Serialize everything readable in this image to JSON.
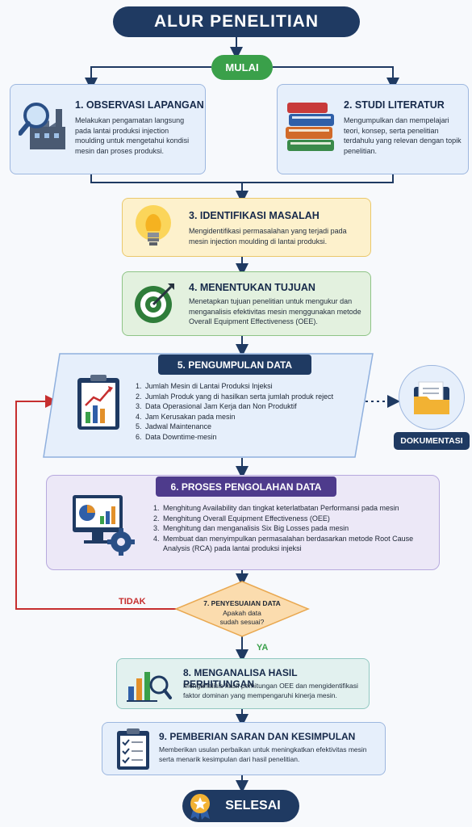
{
  "title": "ALUR PENELITIAN",
  "start": "MULAI",
  "end": "SELESAI",
  "steps": {
    "observasi": {
      "heading": "1. OBSERVASI LAPANGAN",
      "text": "Melakukan pengamatan langsung pada lantai produksi injection moulding untuk mengetahui kondisi mesin dan proses produksi."
    },
    "literatur": {
      "heading": "2. STUDI LITERATUR",
      "text": "Mengumpulkan dan mempelajari teori, konsep, serta penelitian terdahulu yang relevan dengan topik penelitian."
    },
    "identifikasi": {
      "heading": "3. IDENTIFIKASI MASALAH",
      "text": "Mengidentifikasi permasalahan yang terjadi pada mesin injection moulding di lantai produksi."
    },
    "tujuan": {
      "heading": "4. MENENTUKAN TUJUAN",
      "text": "Menetapkan tujuan penelitian untuk mengukur dan menganalisis efektivitas mesin menggunakan metode Overall Equipment Effectiveness (OEE)."
    },
    "pengumpulan": {
      "heading": "5. PENGUMPULAN DATA",
      "items": [
        "Jumlah Mesin di Lantai Produksi Injeksi",
        "Jumlah Produk yang di hasilkan serta jumlah produk reject",
        "Data Operasional Jam Kerja dan Non Produktif",
        "Jam Kerusakan pada mesin",
        "Jadwal Maintenance",
        "Data Downtime-mesin"
      ]
    },
    "pengolahan": {
      "heading": "6. PROSES PENGOLAHAN DATA",
      "items": [
        "Menghitung Availability dan tingkat keterlatbatan Performansi pada mesin",
        "Menghitung Overall Equipment Effectiveness (OEE)",
        "Menghitung dan menganalisis Six Big Losses pada mesin",
        "Membuat dan menyimpulkan permasalahan berdasarkan metode Root Cause Analysis (RCA) pada lantai produksi injeksi"
      ]
    },
    "penyesuaian": {
      "heading": "7. PENYESUAIAN DATA",
      "question": "Apakah data sudah sesuai?"
    },
    "analisa": {
      "heading": "8. MENGANALISA HASIL PERHITUNGAN",
      "text": "Menganalisis hasil perhitungan OEE dan mengidentifikasi faktor dominan yang mempengaruhi kinerja mesin."
    },
    "saran": {
      "heading": "9. PEMBERIAN SARAN DAN KESIMPULAN",
      "text": "Memberikan usulan perbaikan untuk meningkatkan efektivitas mesin serta menarik kesimpulan dari hasil penelitian."
    }
  },
  "dokumentasi": "DOKUMENTASI",
  "no_label": "TIDAK",
  "yes_label": "YA",
  "colors": {
    "navy": "#1f3a62",
    "green": "#3aa04a",
    "red": "#c62f2f",
    "blue_box": "#e6effb",
    "yellow_box": "#fdf1cc",
    "green_box": "#e3f1df",
    "purple_box": "#ece8f7",
    "decision": "#fbdcae",
    "teal_box": "#e2f1ef"
  },
  "icons": [
    "magnifier-factory-icon",
    "books-icon",
    "lightbulb-icon",
    "target-icon",
    "clipboard-chart-icon",
    "folder-icon",
    "monitor-gear-icon",
    "chart-magnifier-icon",
    "checklist-icon",
    "medal-icon"
  ]
}
